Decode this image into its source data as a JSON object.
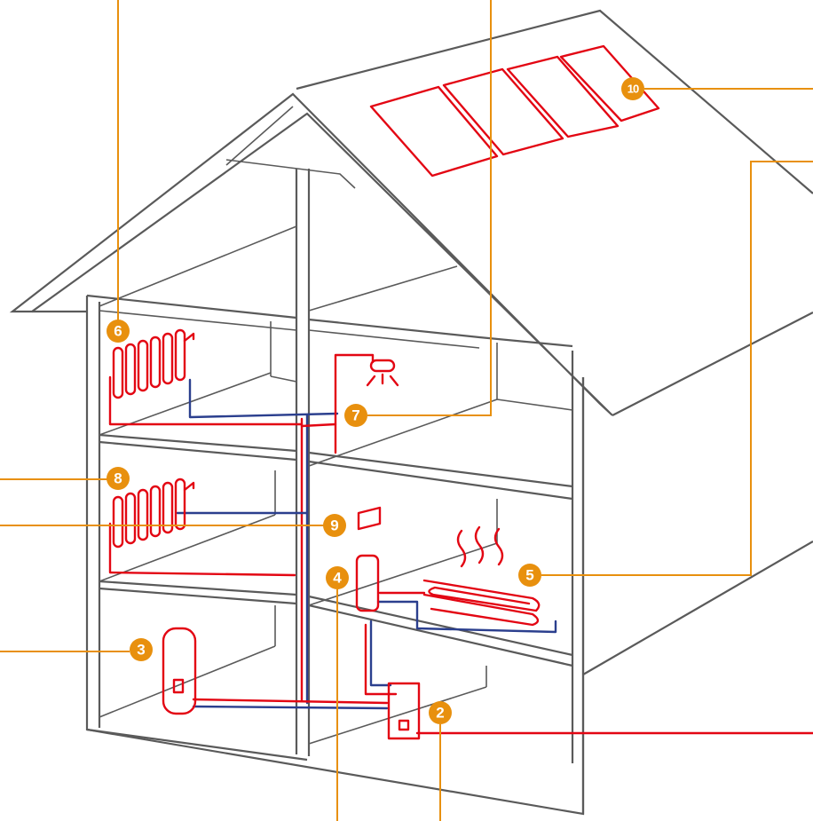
{
  "diagram": {
    "colors": {
      "outline": "#5a5a5a",
      "hot_pipe": "#e30613",
      "cold_pipe": "#2b3f8e",
      "callout": "#e8900e",
      "badge_text": "#ffffff"
    },
    "callouts": [
      {
        "id": "2",
        "label": "2"
      },
      {
        "id": "3",
        "label": "3"
      },
      {
        "id": "4",
        "label": "4"
      },
      {
        "id": "5",
        "label": "5"
      },
      {
        "id": "6",
        "label": "6"
      },
      {
        "id": "7",
        "label": "7"
      },
      {
        "id": "8",
        "label": "8"
      },
      {
        "id": "9",
        "label": "9"
      },
      {
        "id": "10",
        "label": "10"
      }
    ]
  }
}
